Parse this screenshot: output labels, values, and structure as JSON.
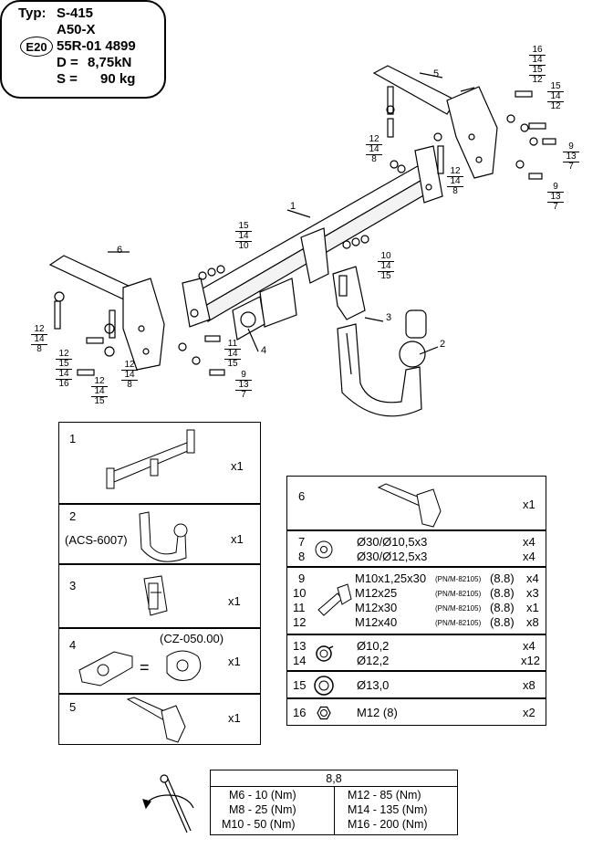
{
  "spec": {
    "typ_label": "Typ:",
    "typ_value": "S-415",
    "model": "A50-X",
    "approval_mark": "E20",
    "approval_number": "55R-01 4899",
    "d_label": "D =",
    "d_value": "8,75kN",
    "s_label": "S =",
    "s_value": "90 kg"
  },
  "diagram": {
    "callouts": [
      "1",
      "2",
      "3",
      "4",
      "5",
      "6"
    ],
    "stacks": [
      [
        "16",
        "14",
        "15",
        "12"
      ],
      [
        "15",
        "14",
        "12"
      ],
      [
        "12",
        "14",
        "8"
      ],
      [
        "9",
        "13",
        "7"
      ],
      [
        "12",
        "14",
        "8"
      ],
      [
        "9",
        "13",
        "7"
      ],
      [
        "15",
        "14",
        "10"
      ],
      [
        "10",
        "14",
        "15"
      ],
      [
        "12",
        "14",
        "8"
      ],
      [
        "11",
        "14",
        "15"
      ],
      [
        "12",
        "15",
        "14",
        "16"
      ],
      [
        "12",
        "14",
        "15"
      ],
      [
        "12",
        "14",
        "8"
      ],
      [
        "9",
        "13",
        "7"
      ]
    ]
  },
  "parts_left": [
    {
      "num": "1",
      "qty": "x1",
      "note": ""
    },
    {
      "num": "2",
      "qty": "x1",
      "note": "(ACS-6007)"
    },
    {
      "num": "3",
      "qty": "x1",
      "note": ""
    },
    {
      "num": "4",
      "qty": "x1",
      "note": "(CZ-050.00)",
      "equals": "="
    },
    {
      "num": "5",
      "qty": "x1",
      "note": ""
    }
  ],
  "parts_right": {
    "p6": {
      "num": "6",
      "qty": "x1"
    },
    "washers_flat": [
      {
        "num": "7",
        "desc": "Ø30/Ø10,5x3",
        "qty": "x4"
      },
      {
        "num": "8",
        "desc": "Ø30/Ø12,5x3",
        "qty": "x4"
      }
    ],
    "bolts": [
      {
        "num": "9",
        "desc": "M10x1,25x30",
        "norm": "(PN/M-82105)",
        "grade": "(8.8)",
        "qty": "x4"
      },
      {
        "num": "10",
        "desc": "M12x25",
        "norm": "(PN/M-82105)",
        "grade": "(8.8)",
        "qty": "x3"
      },
      {
        "num": "11",
        "desc": "M12x30",
        "norm": "(PN/M-82105)",
        "grade": "(8.8)",
        "qty": "x1"
      },
      {
        "num": "12",
        "desc": "M12x40",
        "norm": "(PN/M-82105)",
        "grade": "(8.8)",
        "qty": "x8"
      }
    ],
    "spring_washers": [
      {
        "num": "13",
        "desc": "Ø10,2",
        "qty": "x4"
      },
      {
        "num": "14",
        "desc": "Ø12,2",
        "qty": "x12"
      }
    ],
    "washer15": {
      "num": "15",
      "desc": "Ø13,0",
      "qty": "x8"
    },
    "nut16": {
      "num": "16",
      "desc": "M12 (8)",
      "qty": "x2"
    }
  },
  "torque": {
    "grade": "8,8",
    "left": [
      "M6  -  10 (Nm)",
      "M8  -  25 (Nm)",
      "M10  -  50 (Nm)"
    ],
    "right": [
      "M12  -  85 (Nm)",
      "M14  -  135 (Nm)",
      "M16  -  200 (Nm)"
    ]
  }
}
